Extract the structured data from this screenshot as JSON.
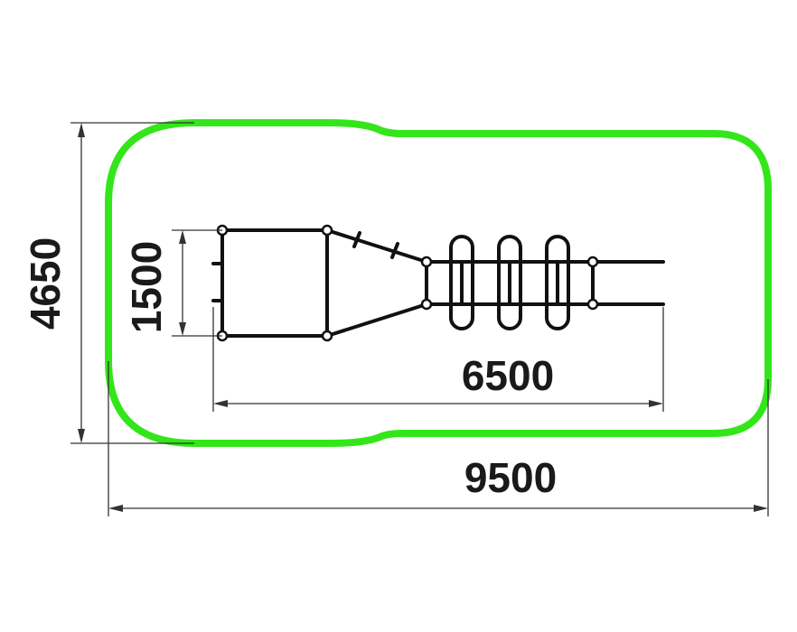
{
  "dimensions": {
    "overall_width": "9500",
    "overall_height": "4650",
    "equipment_length": "6500",
    "equipment_width": "1500"
  },
  "colors": {
    "safety_zone": "#33e61a",
    "structure": "#111111",
    "dimension_lines": "#333333"
  }
}
